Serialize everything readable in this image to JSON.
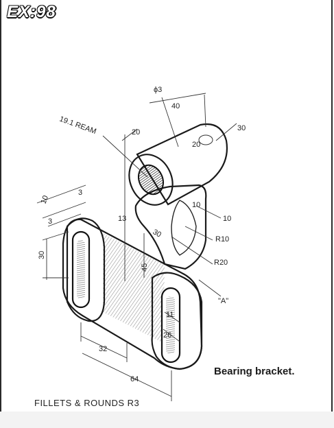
{
  "header": {
    "exercise_label": "EX:98"
  },
  "caption": "Bearing bracket.",
  "note": "FILLETS & ROUNDS R3",
  "dimensions": {
    "phi3": "ϕ3",
    "d40": "40",
    "d30_top": "30",
    "ream": "19.1 REAM",
    "d20_left": "20",
    "d20_boss": "20",
    "d10_left": "10",
    "d3_top": "3",
    "d3_left": "3",
    "d13": "13",
    "d30_side": "30",
    "d30_web": "30",
    "d10_web": "10",
    "d10_right": "10",
    "r10": "R10",
    "r20": "R20",
    "d45": "45",
    "section_a": "\"A\"",
    "d11": "11",
    "d26": "26",
    "d32": "32",
    "d64": "64"
  }
}
